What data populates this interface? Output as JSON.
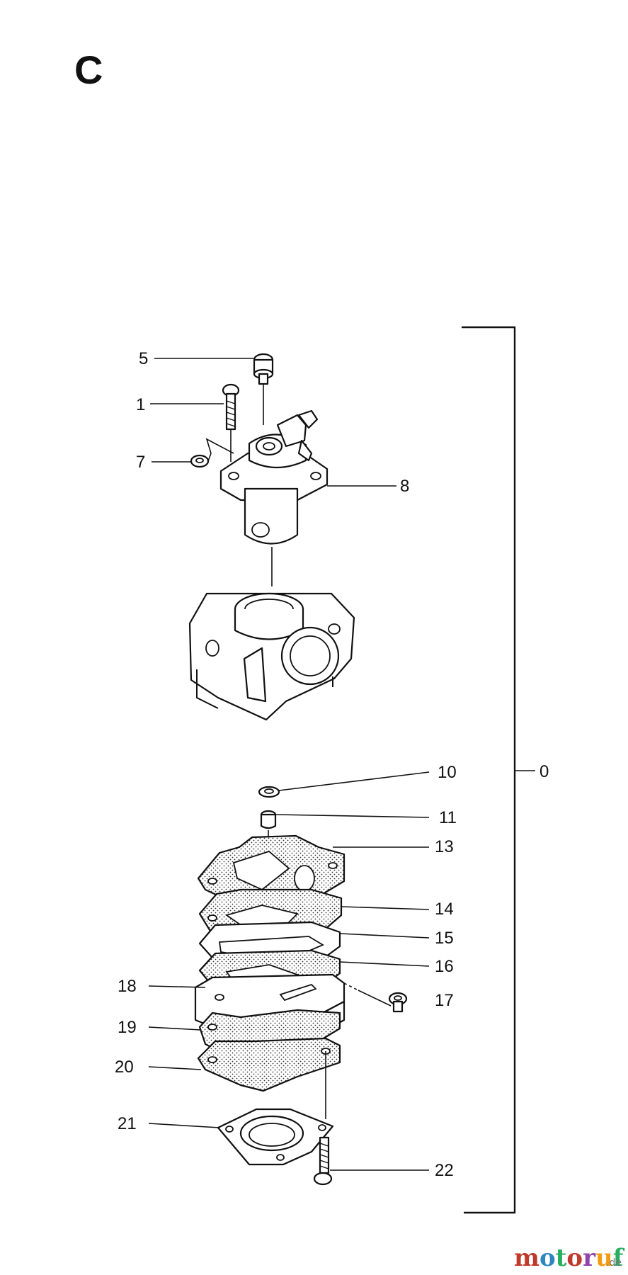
{
  "section_letter": "C",
  "callouts": {
    "p5": "5",
    "p1": "1",
    "p7": "7",
    "p8": "8",
    "p10": "10",
    "p11": "11",
    "p13": "13",
    "p14": "14",
    "p15": "15",
    "p16": "16",
    "p17": "17",
    "p18": "18",
    "p19": "19",
    "p20": "20",
    "p21": "21",
    "p22": "22",
    "p0": "0"
  },
  "watermark": {
    "letters": [
      "m",
      "o",
      "t",
      "o",
      "r",
      "u",
      "f"
    ],
    "letter_colors": [
      "#c0392b",
      "#2e86c1",
      "#27ae60",
      "#c0392b",
      "#8e44ad",
      "#f39c12",
      "#27ae60"
    ],
    "suffix": ".de"
  }
}
